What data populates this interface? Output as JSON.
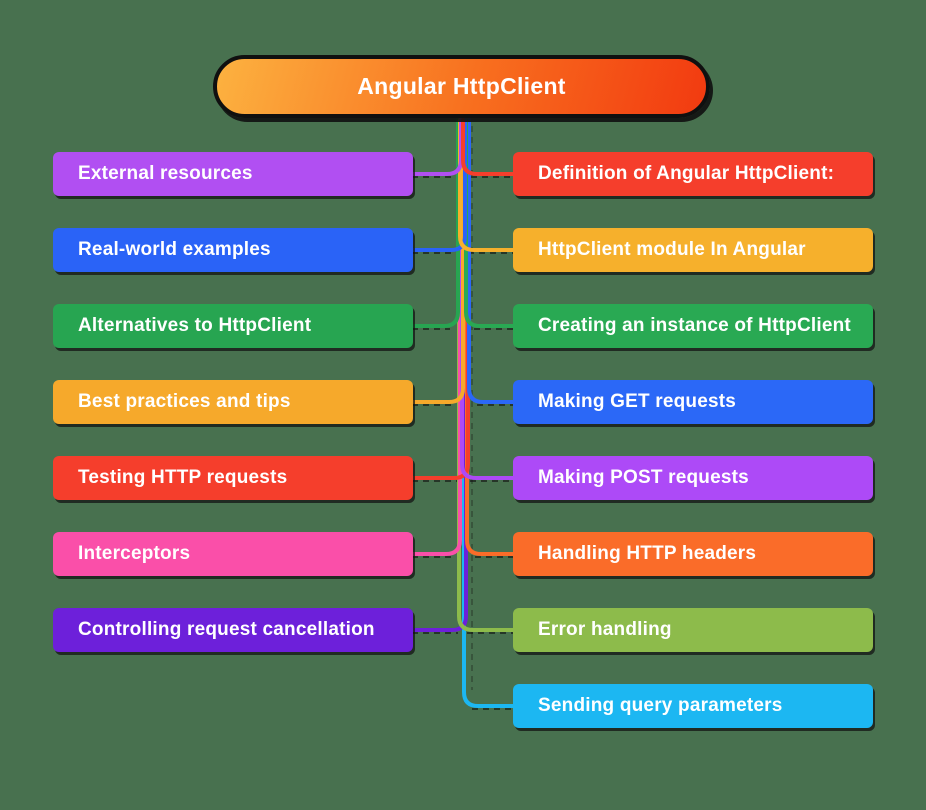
{
  "background_color": "#48714F",
  "root": {
    "label": "Angular HttpClient",
    "gradient_from": "#FCB240",
    "gradient_mid": "#F8701F",
    "gradient_to": "#F23A10",
    "text_color": "#FFFFFF",
    "border_color": "#101010"
  },
  "left_branches": [
    {
      "label": "External resources",
      "color": "#B14FF2"
    },
    {
      "label": "Real-world examples",
      "color": "#2A63F7"
    },
    {
      "label": "Alternatives to HttpClient",
      "color": "#27A551"
    },
    {
      "label": "Best practices and tips",
      "color": "#F6A92B"
    },
    {
      "label": "Testing HTTP requests",
      "color": "#F53E2C"
    },
    {
      "label": "Interceptors",
      "color": "#FA4FA9"
    },
    {
      "label": "Controlling request cancellation",
      "color": "#6D20DA"
    }
  ],
  "right_branches": [
    {
      "label": "Definition of Angular HttpClient:",
      "color": "#F53E2C"
    },
    {
      "label": "HttpClient module In Angular",
      "color": "#F6B02C"
    },
    {
      "label": "Creating an instance of HttpClient",
      "color": "#29A953"
    },
    {
      "label": "Making GET requests",
      "color": "#2B68F7"
    },
    {
      "label": "Making POST requests",
      "color": "#AD4AF7"
    },
    {
      "label": "Handling HTTP headers",
      "color": "#FA6C29"
    },
    {
      "label": "Error handling",
      "color": "#8DBB4B"
    },
    {
      "label": "Sending query parameters",
      "color": "#1CB7F2"
    }
  ]
}
